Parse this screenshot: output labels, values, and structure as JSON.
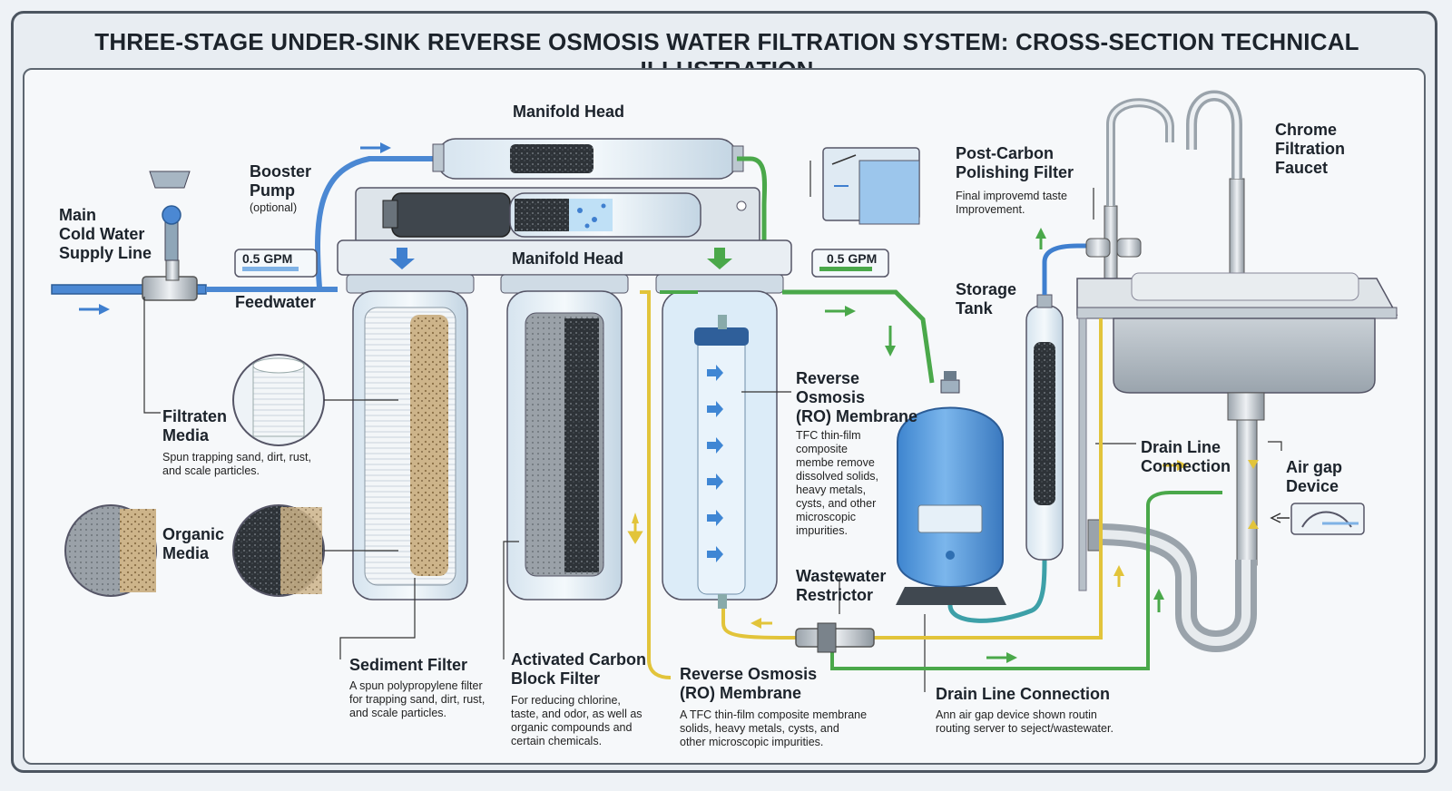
{
  "title": "THREE-STAGE UNDER-SINK REVERSE OSMOSIS WATER FILTRATION SYSTEM: CROSS-SECTION TECHNICAL ILLUSTRATION",
  "labels": {
    "manifold_head_top": "Manifold Head",
    "manifold_head_bar": "Manifold Head",
    "booster_pump": [
      "Booster",
      "Pump"
    ],
    "booster_optional": "(optional)",
    "main_supply": [
      "Main",
      "Cold Water",
      "Supply Line"
    ],
    "gpm_left": "0.5 GPM",
    "gpm_right": "0.5 GPM",
    "feedwater": "Feedwater",
    "filtraten_media": [
      "Filtraten",
      "Media"
    ],
    "filtraten_desc": [
      "Spun trapping sand, dirt, rust,",
      "and scale particles."
    ],
    "organic_media": [
      "Organic",
      "Media"
    ],
    "post_carbon": [
      "Post-Carbon",
      "Polishing Filter"
    ],
    "post_carbon_desc": [
      "Final improvemd taste",
      "Improvement."
    ],
    "storage_tank": [
      "Storage",
      "Tank"
    ],
    "chrome_faucet": [
      "Chrome",
      "Filtration",
      "Faucet"
    ],
    "ro_membrane_right": [
      "Reverse",
      "Osmosis",
      "(RO) Membrane"
    ],
    "ro_membrane_right_desc": [
      "TFC thin-film",
      "composite",
      "membe remove",
      "dissolved solids,",
      "heavy metals,",
      "cysts, and other",
      "microscopic",
      "impurities."
    ],
    "wastewater_restrictor": [
      "Wastewater",
      "Restrictor"
    ],
    "drain_line_right": [
      "Drain Line",
      "Connection"
    ],
    "air_gap": [
      "Air gap",
      "Device"
    ],
    "sediment_filter": "Sediment Filter",
    "sediment_desc": [
      "A spun polypropylene filter",
      "for trapping sand, dirt, rust,",
      "and scale particles."
    ],
    "carbon_filter": [
      "Activated Carbon",
      "Block Filter"
    ],
    "carbon_desc": [
      "For reducing chlorine,",
      "taste, and odor, as well as",
      "organic compounds and",
      "certain chemicals."
    ],
    "ro_membrane_bottom": [
      "Reverse Osmosis",
      "(RO) Membrane"
    ],
    "ro_bottom_desc": [
      "A TFC thin-film composite membrane",
      "solids, heavy metals, cysts, and",
      "other microscopic impurities."
    ],
    "drain_line_bottom": "Drain Line Connection",
    "drain_bottom_desc": [
      "Ann air gap device shown routin",
      "routing server to seject/wastewater."
    ]
  },
  "colors": {
    "feed_blue": "#3f7fcf",
    "permeate_green": "#4aa84a",
    "waste_yellow": "#e2c43a",
    "tank_blue": "#5b9ddc",
    "outline": "#3a4550"
  }
}
